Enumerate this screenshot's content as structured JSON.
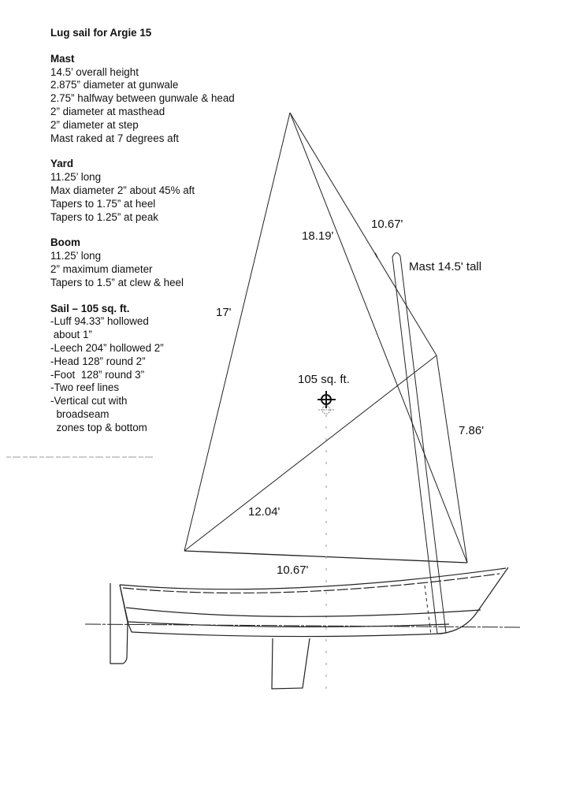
{
  "document": {
    "title": "Lug sail for Argie 15"
  },
  "specs": {
    "mast": {
      "heading": "Mast",
      "lines": [
        "14.5’ overall height",
        "2.875” diameter at gunwale",
        "2.75” halfway between gunwale & head",
        "2” diameter at masthead",
        "2” diameter at step",
        "Mast raked at 7 degrees aft"
      ]
    },
    "yard": {
      "heading": "Yard",
      "lines": [
        "11.25’ long",
        "Max diameter 2” about 45% aft",
        "Tapers to 1.75” at heel",
        "Tapers to 1.25” at peak"
      ]
    },
    "boom": {
      "heading": "Boom",
      "lines": [
        "11.25’ long",
        "2” maximum diameter",
        "Tapers to 1.5” at clew & heel"
      ]
    },
    "sail": {
      "heading": "Sail – 105 sq. ft.",
      "lines": [
        "-Luff 94.33” hollowed",
        " about 1”",
        "-Leech 204” hollowed 2”",
        "-Head 128” round 2”",
        "-Foot  128” round 3”",
        "-Two reef lines",
        "-Vertical cut with",
        "  broadseam",
        "  zones top & bottom"
      ]
    }
  },
  "drawing": {
    "labels": {
      "leech_length": "17'",
      "diagonal_length": "18.19'",
      "head_length": "10.67'",
      "mast_label": "Mast 14.5' tall",
      "area_label": "105 sq. ft.",
      "luff_length": "7.86'",
      "tack_to_throat": "12.04'",
      "foot_length": "10.67'"
    },
    "line_color": "#222222",
    "background": "#ffffff"
  }
}
